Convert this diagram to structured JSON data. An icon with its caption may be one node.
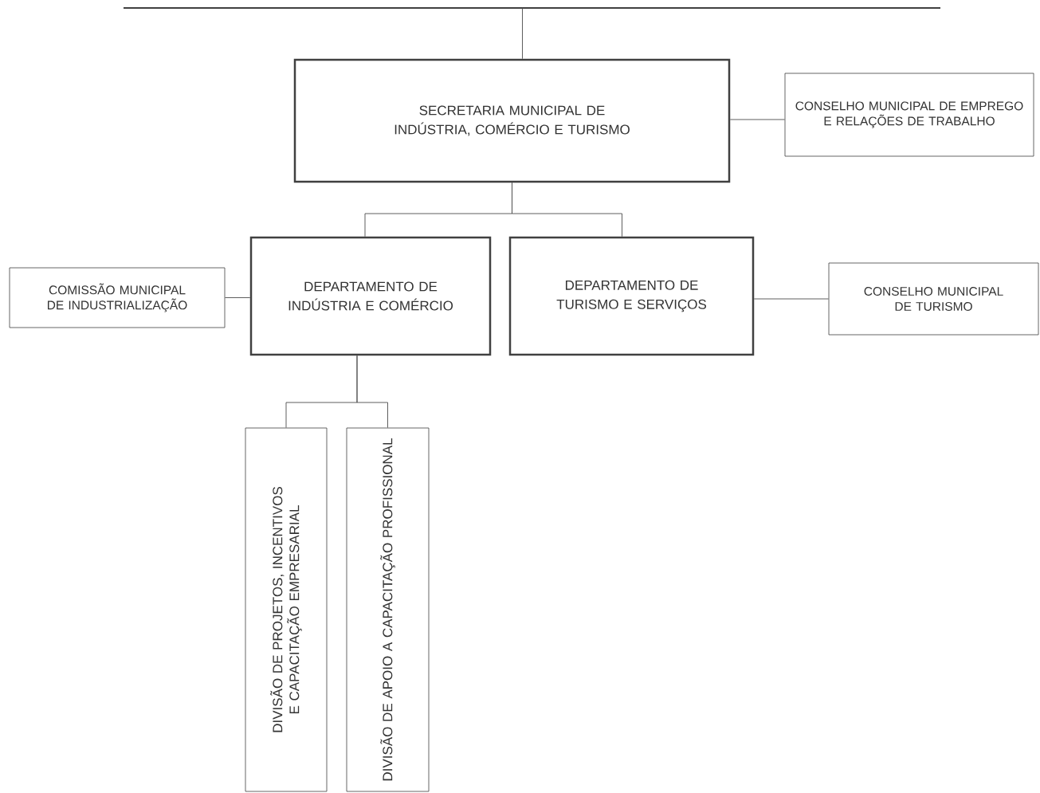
{
  "diagram": {
    "nodes": [
      {
        "text": [
          "SECRETARIA MUNICIPAL DE INDÚSTRIA, COMÉRCIO E TURISMO"
        ]
      },
      {
        "text": [
          "CONSELHO MUNICIPAL DE EMPREGO E RELAÇÕES DE TRABALHO"
        ]
      },
      {
        "text": [
          "DEPARTAMENTO DE INDÚSTRIA E COMÉRCIO"
        ]
      },
      {
        "text": [
          "DEPARTAMENTO DE TURISMO E SERVIÇOS"
        ]
      },
      {
        "text": [
          "COMISSÃO MUNICIPAL DE INDUSTRIALIZAÇÃO"
        ]
      },
      {
        "text": [
          "CONSELHO MUNICIPAL DE TURISMO"
        ]
      },
      {
        "text": [
          "DIVISÃO DE PROJETOS, INCENTIVOS E CAPACITAÇÃO EMPRESARIAL"
        ]
      },
      {
        "text": [
          "DIVISÃO DE APOIO A CAPACITAÇÃO PROFISSIONAL"
        ]
      }
    ],
    "edges": [
      {
        "from": null,
        "to": 0,
        "arrow": "none"
      },
      {
        "from": 0,
        "to": 1,
        "arrow": "none"
      },
      {
        "from": 0,
        "to": 2,
        "arrow": "none"
      },
      {
        "from": 0,
        "to": 3,
        "arrow": "none"
      },
      {
        "from": 4,
        "to": 2,
        "arrow": "none"
      },
      {
        "from": 3,
        "to": 5,
        "arrow": "none"
      },
      {
        "from": 2,
        "to": 6,
        "arrow": "none"
      },
      {
        "from": 2,
        "to": 7,
        "arrow": "none"
      }
    ]
  }
}
